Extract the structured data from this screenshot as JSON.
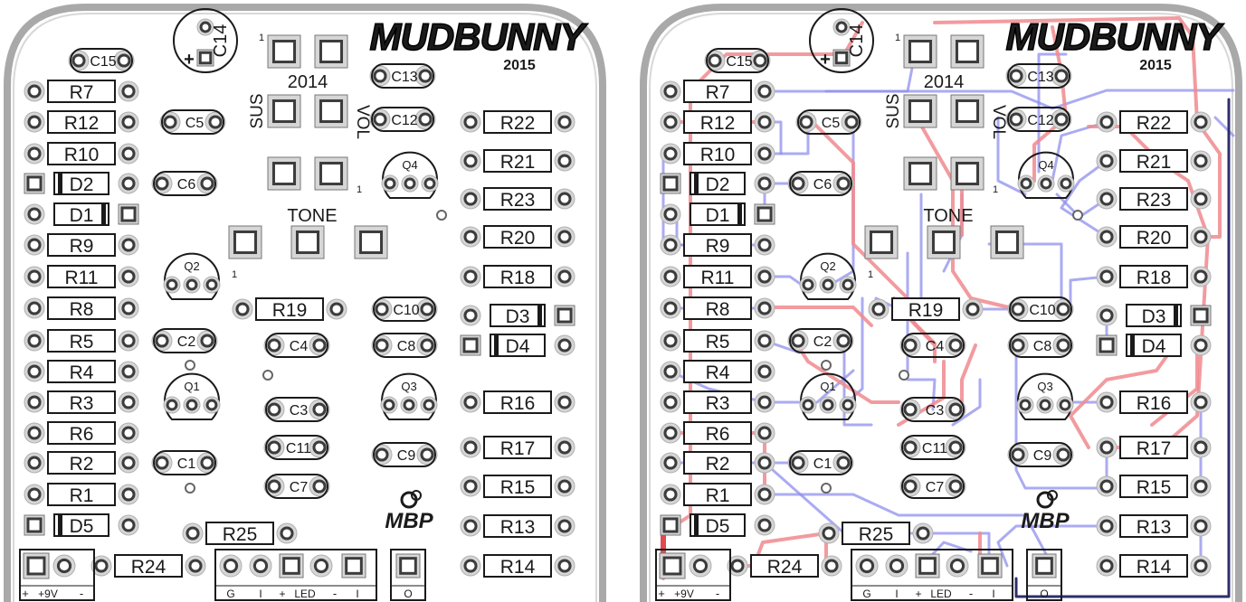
{
  "boards": [
    {
      "id": "left",
      "variant": "silkscreen"
    },
    {
      "id": "right",
      "variant": "traces"
    }
  ],
  "title": "MUDBUNNY",
  "year_badge": "2015",
  "board_year": "2014",
  "logo_text": "MBP",
  "pot_labels": {
    "sus": "SUS",
    "vol": "VOL",
    "tone": "TONE",
    "pin1": "1"
  },
  "resistors": [
    "R7",
    "R12",
    "R10",
    "R9",
    "R11",
    "R8",
    "R5",
    "R4",
    "R3",
    "R6",
    "R2",
    "R1",
    "R22",
    "R21",
    "R23",
    "R20",
    "R18",
    "R16",
    "R17",
    "R15",
    "R13",
    "R14",
    "R19",
    "R25",
    "R24"
  ],
  "capacitors": [
    "C15",
    "C13",
    "C5",
    "C12",
    "C6",
    "C10",
    "C2",
    "C4",
    "C8",
    "C3",
    "C11",
    "C9",
    "C1",
    "C7",
    "C14"
  ],
  "diodes": [
    "D2",
    "D1",
    "D3",
    "D4",
    "D5"
  ],
  "transistors": [
    "Q1",
    "Q2",
    "Q3",
    "Q4"
  ],
  "c14_polarity": "+",
  "footer_labels": {
    "plus": "+",
    "nine_v": "+9V",
    "minus": "-",
    "g": "G",
    "i": "I",
    "led_plus": "+",
    "led": "LED",
    "led_minus": "-",
    "i2": "I",
    "o": "O"
  },
  "colors": {
    "board_outline": "#a9a9a9",
    "pad": "#d6d6d6",
    "pad_dark": "#3c3c3c",
    "silk": "#1a1a1a",
    "trace_top": "#f08a8e",
    "trace_bottom": "#8f8fee",
    "trace_dark": "#2d2d6e",
    "logo": "#1b1b1b"
  }
}
